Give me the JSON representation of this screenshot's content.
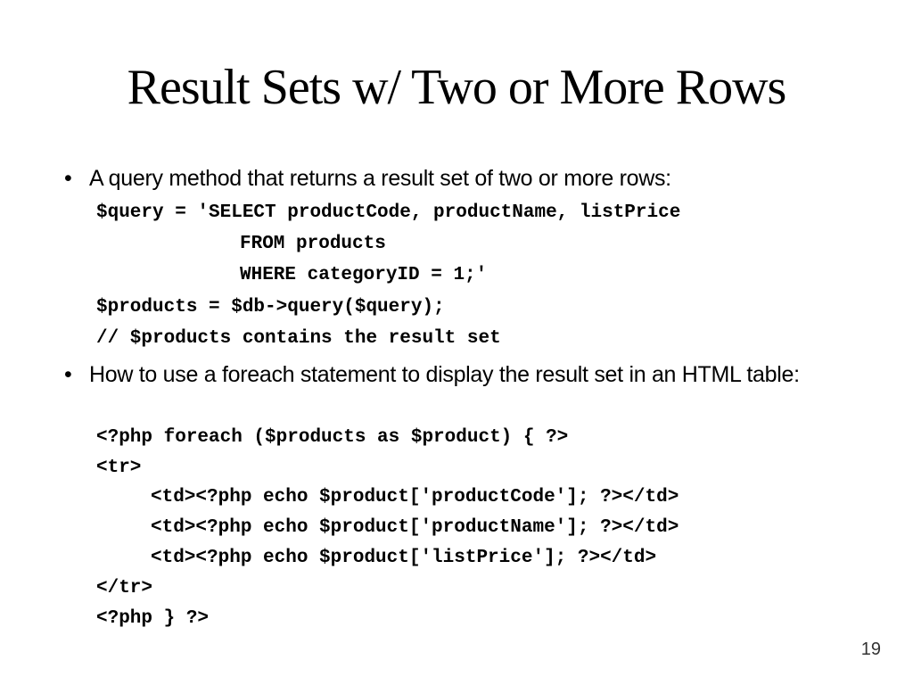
{
  "title": "Result Sets w/ Two or More Rows",
  "bullets": [
    {
      "marker": "•",
      "text": "A query method that returns a result set of two or more rows:",
      "code": [
        "$query = 'SELECT productCode, productName, listPrice",
        "FROM products",
        "WHERE categoryID = 1;'",
        "$products = $db->query($query);",
        "// $products contains the result set"
      ]
    },
    {
      "marker": "•",
      "text": "How to use a foreach statement to display the result set in an HTML table:",
      "code": [
        "<?php foreach ($products as $product) { ?>",
        "<tr>",
        "<td><?php echo $product['productCode']; ?></td>",
        "<td><?php echo $product['productName']; ?></td>",
        "<td><?php echo $product['listPrice']; ?></td>",
        "</tr>",
        "<?php } ?>"
      ]
    }
  ],
  "page_number": "19"
}
